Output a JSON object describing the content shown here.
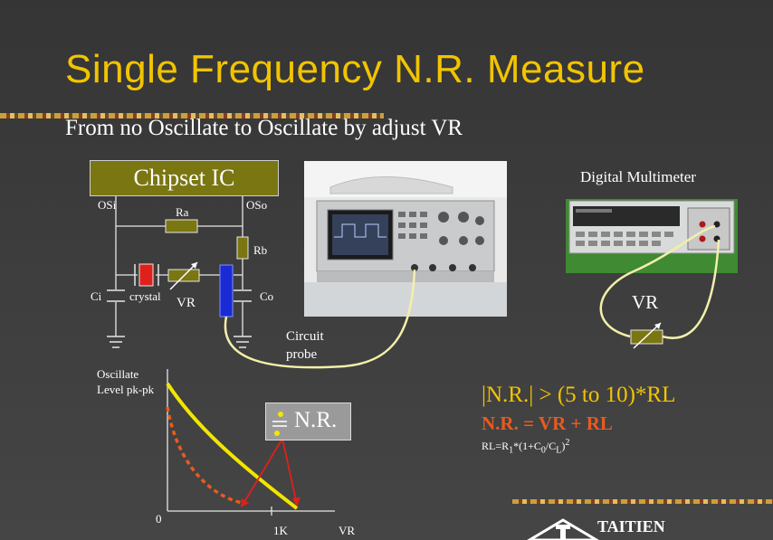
{
  "slide": {
    "title": "Single Frequency N.R. Measure",
    "subtitle": "From no Oscillate to Oscillate by adjust VR"
  },
  "circuit": {
    "chip_label": "Chipset IC",
    "osi": "OSi",
    "oso": "OSo",
    "ra": "Ra",
    "rb": "Rb",
    "ci": "Ci",
    "crystal": "crystal",
    "vr": "VR",
    "co": "Co",
    "probe_line1": "Circuit",
    "probe_line2": "probe"
  },
  "instruments": {
    "multimeter_label": "Digital Multimeter",
    "meter_vr": "VR"
  },
  "graph": {
    "ylabel_line1": "Oscillate",
    "ylabel_line2": "Level pk-pk",
    "origin": "0",
    "x_tick": "1K",
    "xlabel": "VR",
    "nr_label": "N.R."
  },
  "formulas": {
    "line1": "|N.R.| > (5 to 10)*RL",
    "line2": "N.R. = VR + RL",
    "line3_a": "RL=R",
    "line3_sub1": "1",
    "line3_b": "*(1+C",
    "line3_sub2": "0",
    "line3_c": "/C",
    "line3_sub3": "L",
    "line3_d": ")",
    "line3_sup": "2"
  },
  "logo": {
    "text": "TAITIEN"
  },
  "colors": {
    "title": "#f2c400",
    "chip_fill": "#7a7612",
    "curve_main": "#f2e600",
    "curve_dashed": "#e85b1e",
    "formula_orange": "#e85b1e",
    "crystal_red": "#e0201a",
    "probe_blue": "#1a2bd6"
  }
}
